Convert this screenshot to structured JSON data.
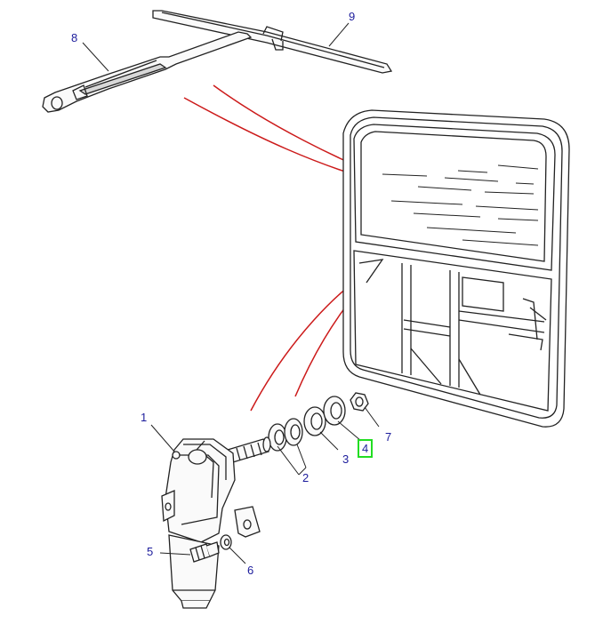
{
  "callouts": [
    {
      "id": "1",
      "label": "1"
    },
    {
      "id": "2",
      "label": "2"
    },
    {
      "id": "3",
      "label": "3"
    },
    {
      "id": "4",
      "label": "4",
      "highlighted": true
    },
    {
      "id": "5",
      "label": "5"
    },
    {
      "id": "6",
      "label": "6"
    },
    {
      "id": "7",
      "label": "7"
    },
    {
      "id": "8",
      "label": "8"
    },
    {
      "id": "9",
      "label": "9"
    }
  ],
  "colors": {
    "callout_text": "#1c1c9c",
    "leader_red": "#cc1a1a",
    "line_art": "#222222",
    "highlight": "#22dd22"
  }
}
